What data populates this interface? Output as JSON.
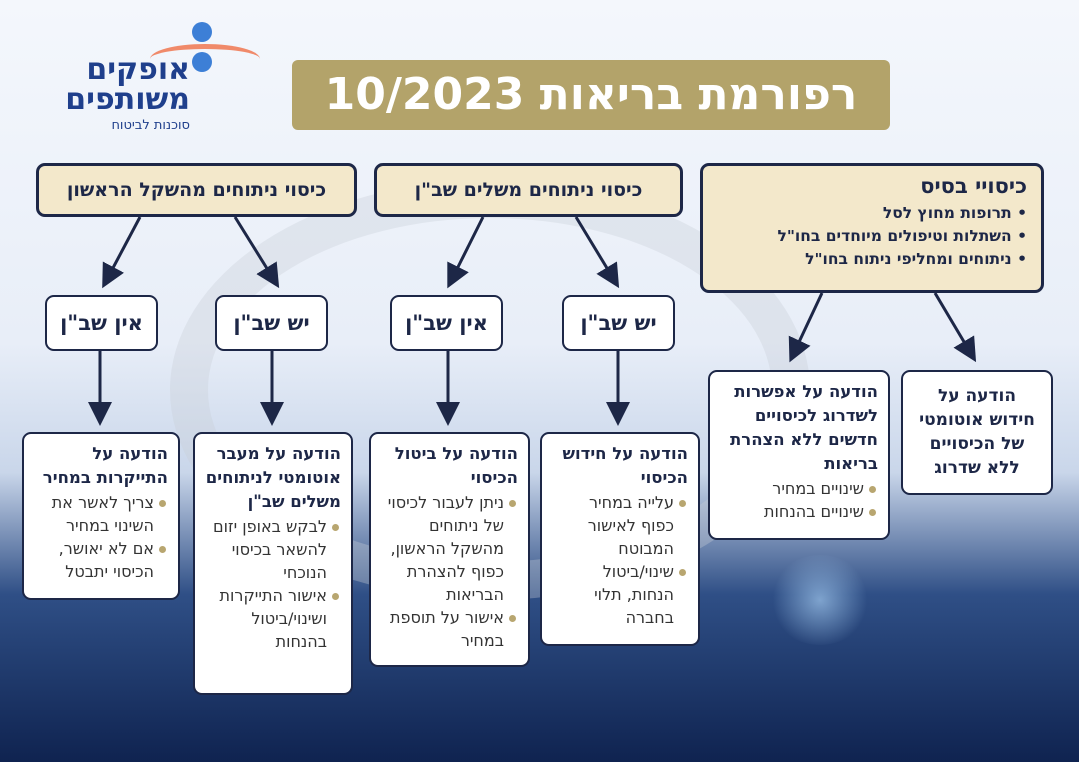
{
  "logo": {
    "line1": "אופקים",
    "line2": "משותפים",
    "tagline": "סוכנות לביטוח"
  },
  "title": "רפורמת בריאות 10/2023",
  "colors": {
    "navy": "#1d2747",
    "gold": "#b3a36a",
    "beige": "#f3e8cb"
  },
  "headers": {
    "first_shekel": "כיסוי ניתוחים מהשקל הראשון",
    "shaban": "כיסוי ניתוחים משלים שב\"ן",
    "basis": {
      "title": "כיסויי בסיס",
      "items": [
        "תרופות מחוץ לסל",
        "השתלות וטיפולים מיוחדים בחו\"ל",
        "ניתוחים ומחליפי ניתוח בחו\"ל"
      ]
    }
  },
  "branches": {
    "no_shaban": "אין שב\"ן",
    "has_shaban": "יש שב\"ן"
  },
  "cards": [
    {
      "title": "הודעה על התייקרות במחיר",
      "items": [
        "צריך לאשר את השינוי במחיר",
        "אם לא יאושר, הכיסוי יתבטל"
      ]
    },
    {
      "title": "הודעה על מעבר אוטומטי לניתוחים משלים שב\"ן",
      "items": [
        "לבקש באופן יזום להשאר בכיסוי הנוכחי",
        "אישור התייקרות ושינוי/ביטול בהנחות"
      ]
    },
    {
      "title": "הודעה על ביטול הכיסוי",
      "items": [
        "ניתן לעבור לכיסוי של ניתוחים מהשקל הראשון, כפוף להצהרת הבריאות",
        "אישור על תוספת במחיר"
      ]
    },
    {
      "title": "הודעה על חידוש הכיסוי",
      "items": [
        "עלייה במחיר כפוף לאישור המבוטח",
        "שינוי/ביטול הנחות, תלוי בחברה"
      ]
    },
    {
      "title": "הודעה על אפשרות לשדרוג לכיסויים חדשים ללא הצהרת בריאות",
      "items": [
        "שינויים במחיר",
        "שינויים בהנחות"
      ]
    },
    {
      "title": "הודעה על חידוש אוטומטי של הכיסויים ללא שדרוג",
      "items": []
    }
  ]
}
